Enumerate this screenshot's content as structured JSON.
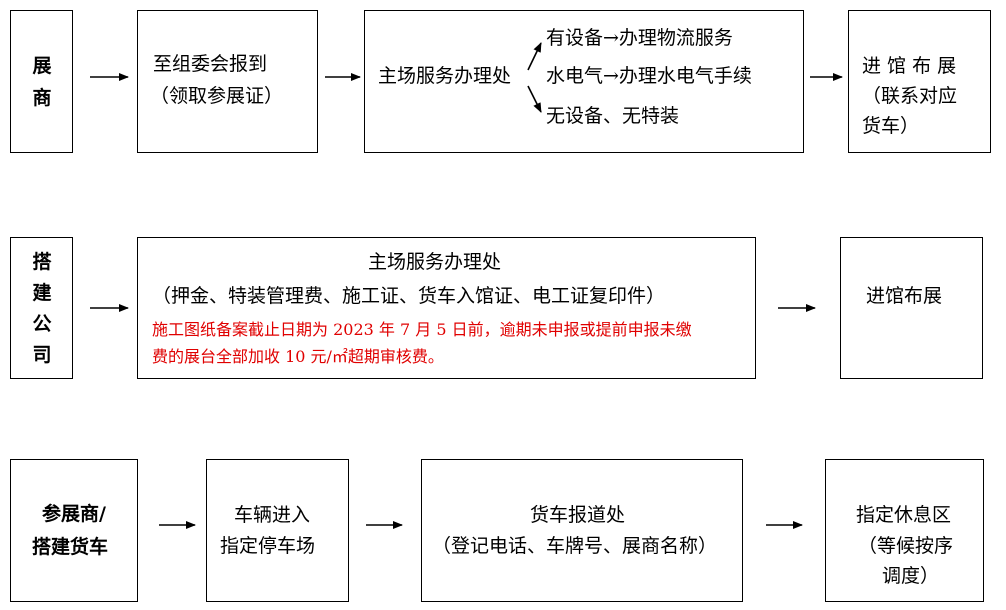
{
  "row1": {
    "exhibitor": [
      "展",
      "商"
    ],
    "box2": [
      "至组委会报到",
      "（领取参展证）"
    ],
    "box3_main": "主场服务办理处",
    "box3_branches": [
      "有设备→办理物流服务",
      "水电气→办理水电气手续",
      "无设备、无特装"
    ],
    "box4": [
      "进 馆 布 展",
      "（联系对应",
      "货车）"
    ]
  },
  "row2": {
    "builder": [
      "搭",
      "建",
      "公",
      "司"
    ],
    "box2_title": "主场服务办理处",
    "box2_items": "（押金、特装管理费、施工证、货车入馆证、电工证复印件）",
    "box2_notice": [
      "施工图纸备案截止日期为 2023 年 7 月 5 日前，逾期未申报或提前申报未缴",
      "费的展台全部加收 10 元/㎡超期审核费。"
    ],
    "box3": "进馆布展"
  },
  "row3": {
    "trucks": [
      "参展商/",
      "搭建货车"
    ],
    "box2": [
      "车辆进入",
      "指定停车场"
    ],
    "box3": [
      "货车报道处",
      "（登记电话、车牌号、展商名称）"
    ],
    "box4": [
      "指定休息区",
      "（等候按序",
      "调度）"
    ]
  },
  "colors": {
    "line": "#000000",
    "notice": "#e00000"
  }
}
